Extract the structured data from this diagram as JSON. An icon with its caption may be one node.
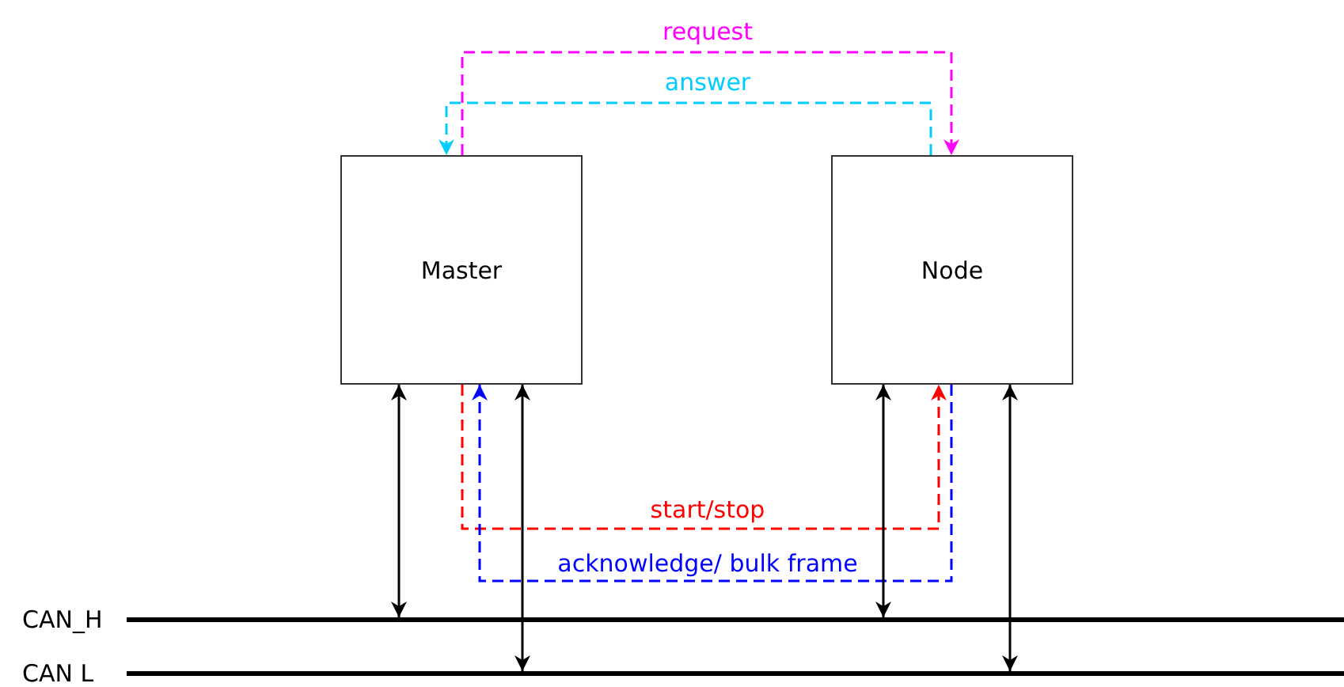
{
  "diagram": {
    "nodes": [
      {
        "text": [
          "Master"
        ]
      },
      {
        "text": [
          "Node"
        ]
      },
      {
        "text": [],
        "shape": "bar",
        "beside": [
          "CAN_H"
        ]
      },
      {
        "text": [],
        "shape": "bar",
        "beside": [
          "CAN L"
        ]
      }
    ],
    "edges": [
      {
        "from": 0,
        "to": 1,
        "arrow": "to",
        "label": "request",
        "style": "dashed",
        "color": "#ff00ff"
      },
      {
        "from": 1,
        "to": 0,
        "arrow": "to",
        "label": "answer",
        "style": "dashed",
        "color": "#00ccff"
      },
      {
        "from": 0,
        "to": 1,
        "arrow": "to",
        "label": "start/stop",
        "style": "dashed",
        "color": "#ff0000"
      },
      {
        "from": 1,
        "to": 0,
        "arrow": "to",
        "label": "acknowledge/ bulk frame",
        "style": "dashed",
        "color": "#0000ff"
      },
      {
        "from": 0,
        "to": 2,
        "arrow": "both"
      },
      {
        "from": 0,
        "to": 3,
        "arrow": "both"
      },
      {
        "from": 1,
        "to": 2,
        "arrow": "both"
      },
      {
        "from": 1,
        "to": 3,
        "arrow": "both"
      }
    ]
  }
}
